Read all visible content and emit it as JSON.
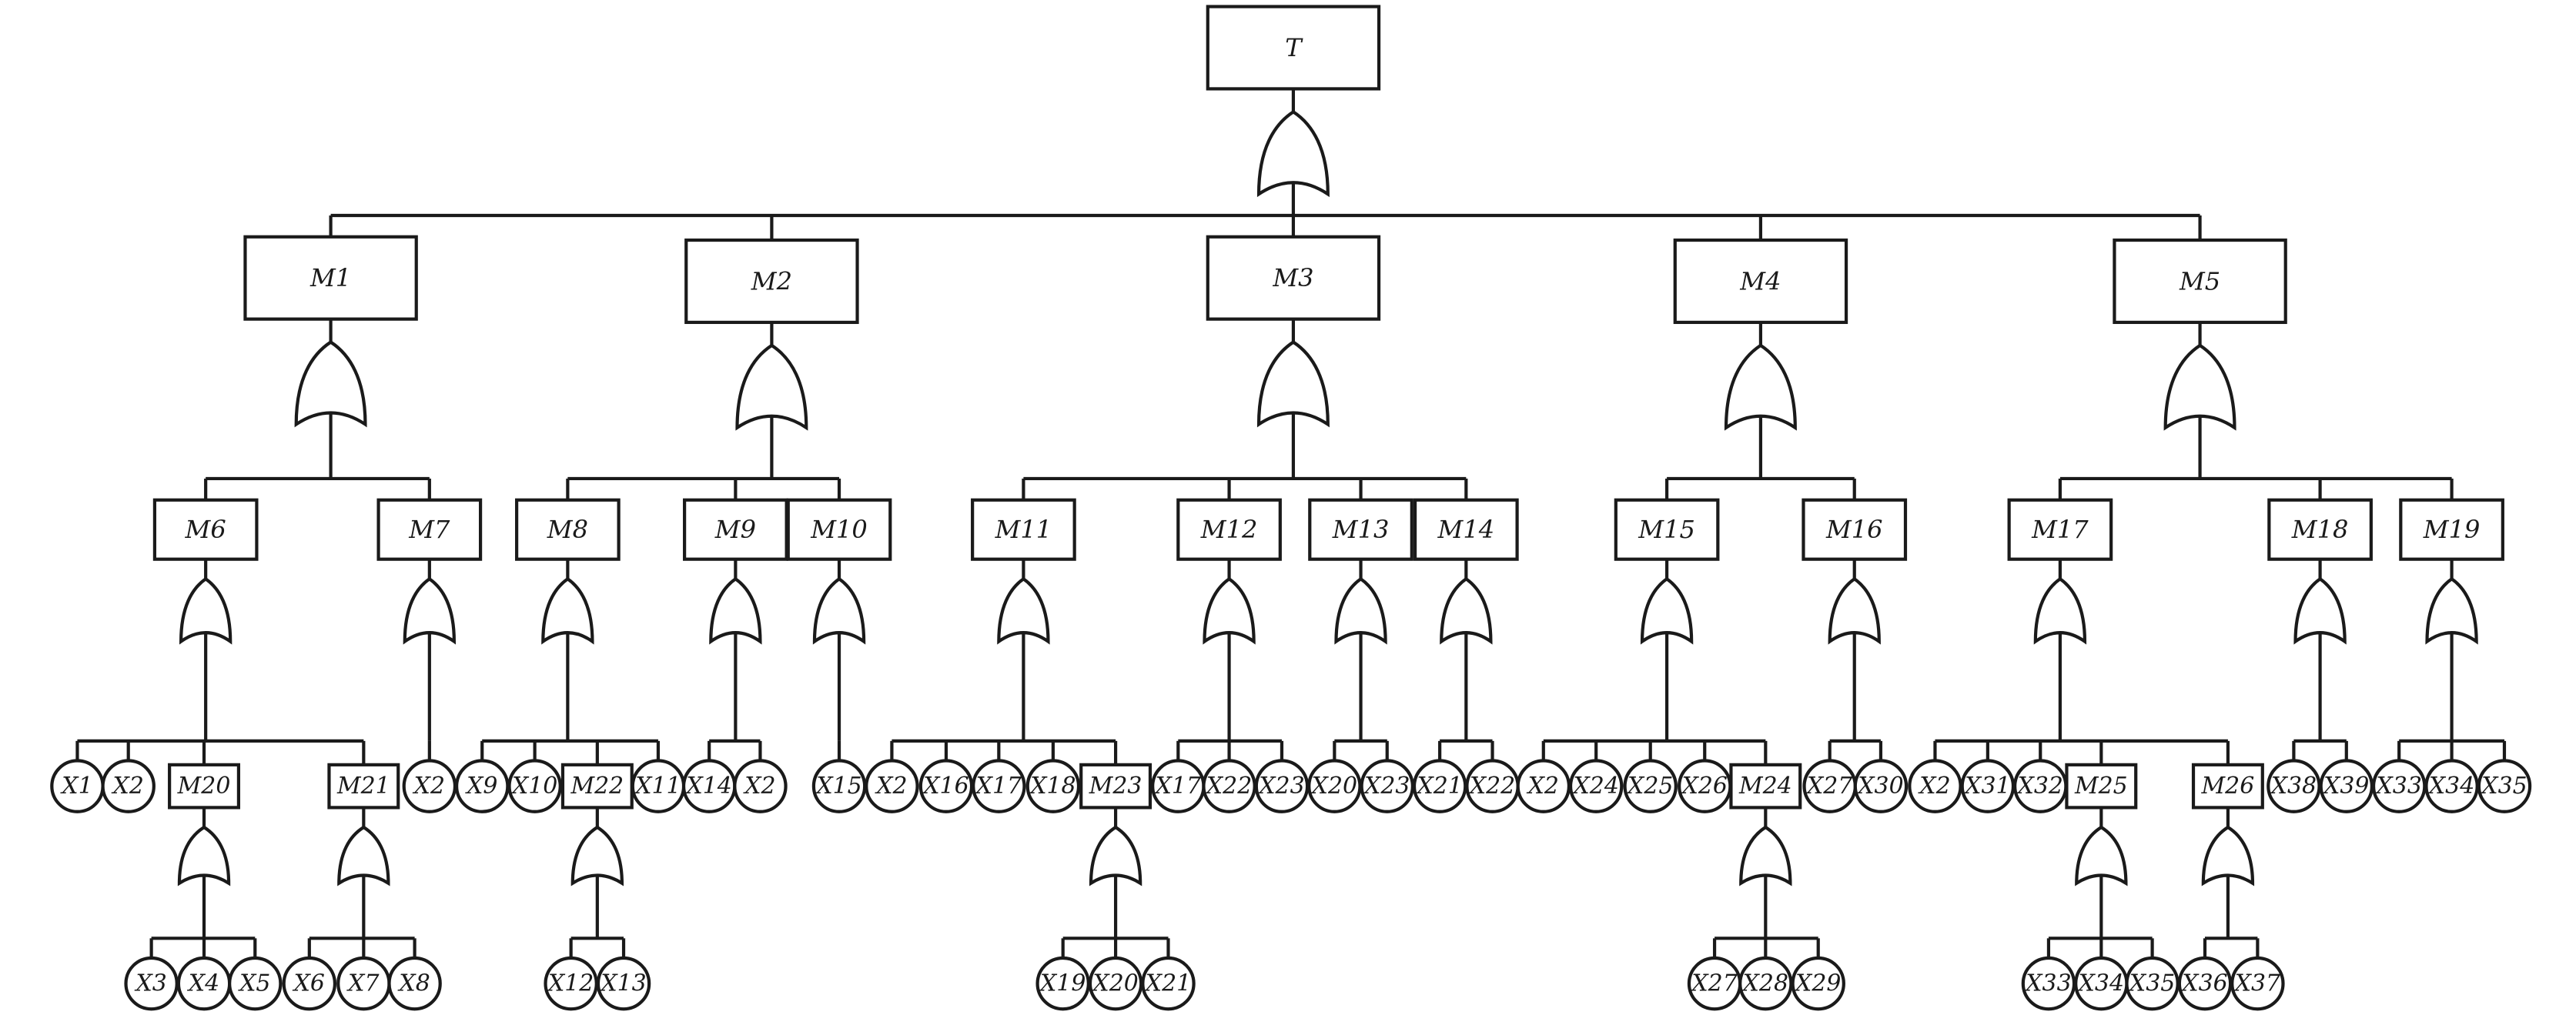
{
  "fault_tree": {
    "top_event": "T",
    "intermediate_events": [
      "M1",
      "M2",
      "M3",
      "M4",
      "M5",
      "M6",
      "M7",
      "M8",
      "M9",
      "M10",
      "M11",
      "M12",
      "M13",
      "M14",
      "M15",
      "M16",
      "M17",
      "M18",
      "M19",
      "M20",
      "M21",
      "M22",
      "M23",
      "M24",
      "M25",
      "M26"
    ],
    "gate_type": "OR",
    "structure": [
      {
        "parent": "T",
        "children": [
          "M1",
          "M2",
          "M3",
          "M4",
          "M5"
        ]
      },
      {
        "parent": "M1",
        "children": [
          "M6",
          "M7"
        ]
      },
      {
        "parent": "M2",
        "children": [
          "M8",
          "M9",
          "M10"
        ]
      },
      {
        "parent": "M3",
        "children": [
          "M11",
          "M12",
          "M13",
          "M14"
        ]
      },
      {
        "parent": "M4",
        "children": [
          "M15",
          "M16"
        ]
      },
      {
        "parent": "M5",
        "children": [
          "M17",
          "M18",
          "M19"
        ]
      },
      {
        "parent": "M6",
        "children": [
          "X1",
          "X2",
          "M20",
          "M21"
        ]
      },
      {
        "parent": "M7",
        "children": [
          "X2"
        ]
      },
      {
        "parent": "M8",
        "children": [
          "X9",
          "X10",
          "M22",
          "X11"
        ]
      },
      {
        "parent": "M9",
        "children": [
          "X14",
          "X2"
        ]
      },
      {
        "parent": "M10",
        "children": [
          "X15"
        ]
      },
      {
        "parent": "M11",
        "children": [
          "X2",
          "X16",
          "X17",
          "X18",
          "M23"
        ]
      },
      {
        "parent": "M12",
        "children": [
          "X17",
          "X22",
          "X23"
        ]
      },
      {
        "parent": "M13",
        "children": [
          "X20",
          "X23"
        ]
      },
      {
        "parent": "M14",
        "children": [
          "X21",
          "X22"
        ]
      },
      {
        "parent": "M15",
        "children": [
          "X2",
          "X24",
          "X25",
          "X26",
          "M24"
        ]
      },
      {
        "parent": "M16",
        "children": [
          "X27",
          "X30"
        ]
      },
      {
        "parent": "M17",
        "children": [
          "X2",
          "X31",
          "X32",
          "M25",
          "M26"
        ]
      },
      {
        "parent": "M18",
        "children": [
          "X38",
          "X39"
        ]
      },
      {
        "parent": "M19",
        "children": [
          "X33",
          "X34",
          "X35"
        ]
      },
      {
        "parent": "M20",
        "children": [
          "X3",
          "X4",
          "X5"
        ]
      },
      {
        "parent": "M21",
        "children": [
          "X6",
          "X7",
          "X8"
        ]
      },
      {
        "parent": "M22",
        "children": [
          "X12",
          "X13"
        ]
      },
      {
        "parent": "M23",
        "children": [
          "X19",
          "X20",
          "X21"
        ]
      },
      {
        "parent": "M24",
        "children": [
          "X27",
          "X28",
          "X29"
        ]
      },
      {
        "parent": "M25",
        "children": [
          "X33",
          "X34",
          "X35"
        ]
      },
      {
        "parent": "M26",
        "children": [
          "X36",
          "X37"
        ]
      }
    ]
  }
}
